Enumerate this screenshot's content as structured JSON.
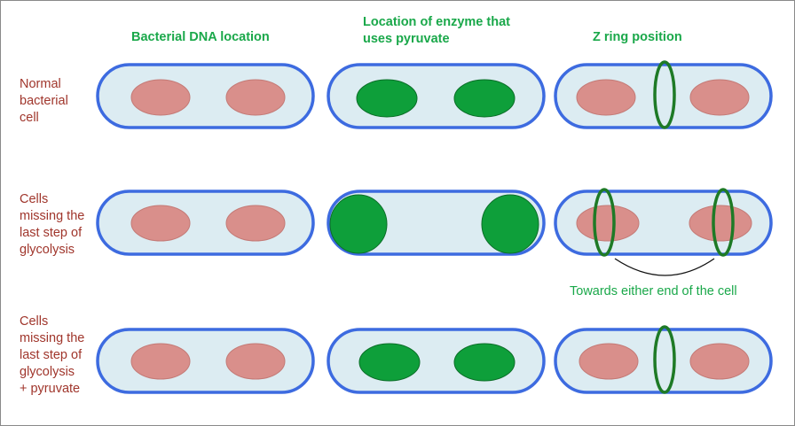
{
  "headers": {
    "dna_location": "Bacterial DNA location",
    "enzyme_location": "Location of enzyme that uses pyruvate",
    "z_ring_position": "Z ring position"
  },
  "rows": [
    {
      "label": "Normal\nbacterial\ncell"
    },
    {
      "label": "Cells\nmissing the\nlast step of\nglycolysis"
    },
    {
      "label": "Cells\nmissing the\nlast step of\nglycolysis\n+ pyruvate"
    }
  ],
  "annotation": "Towards either end of the cell",
  "colors": {
    "cell_fill": "#dcecf2",
    "cell_border": "#3d6be0",
    "dna_fill": "#d98f8b",
    "dna_stroke": "#c47a76",
    "enzyme_fill": "#0e9f3a",
    "enzyme_stroke": "#0b6e28",
    "z_ring": "#1e7a26",
    "header_text": "#1aa84a",
    "row_label_text": "#a0362c"
  }
}
